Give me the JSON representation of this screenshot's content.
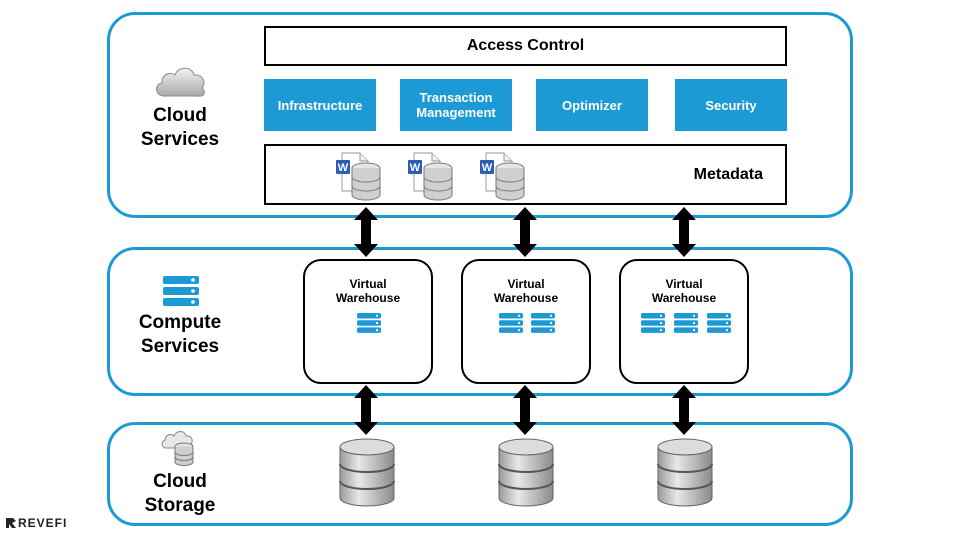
{
  "cloud_services": {
    "label_line1": "Cloud",
    "label_line2": "Services",
    "icon": "cloud-icon",
    "access_control": "Access Control",
    "modules": [
      {
        "line1": "Infrastructure",
        "line2": ""
      },
      {
        "line1": "Transaction",
        "line2": "Management"
      },
      {
        "line1": "Optimizer",
        "line2": ""
      },
      {
        "line1": "Security",
        "line2": ""
      }
    ],
    "metadata": "Metadata",
    "metadata_icons": [
      "word-doc-icon",
      "database-icon"
    ]
  },
  "compute_services": {
    "label_line1": "Compute",
    "label_line2": "Services",
    "icon": "server-stack-icon",
    "warehouses": [
      {
        "line1": "Virtual",
        "line2": "Warehouse",
        "servers": 1
      },
      {
        "line1": "Virtual",
        "line2": "Warehouse",
        "servers": 2
      },
      {
        "line1": "Virtual",
        "line2": "Warehouse",
        "servers": 3
      }
    ]
  },
  "cloud_storage": {
    "label_line1": "Cloud",
    "label_line2": "Storage",
    "icon": "cloud-database-icon",
    "databases": 3
  },
  "logo": {
    "text": "REVEFI",
    "icon": "revefi-logo-icon"
  },
  "colors": {
    "accent": "#1b9ad6",
    "server": "#1b9ad6",
    "arrow": "#000000"
  }
}
